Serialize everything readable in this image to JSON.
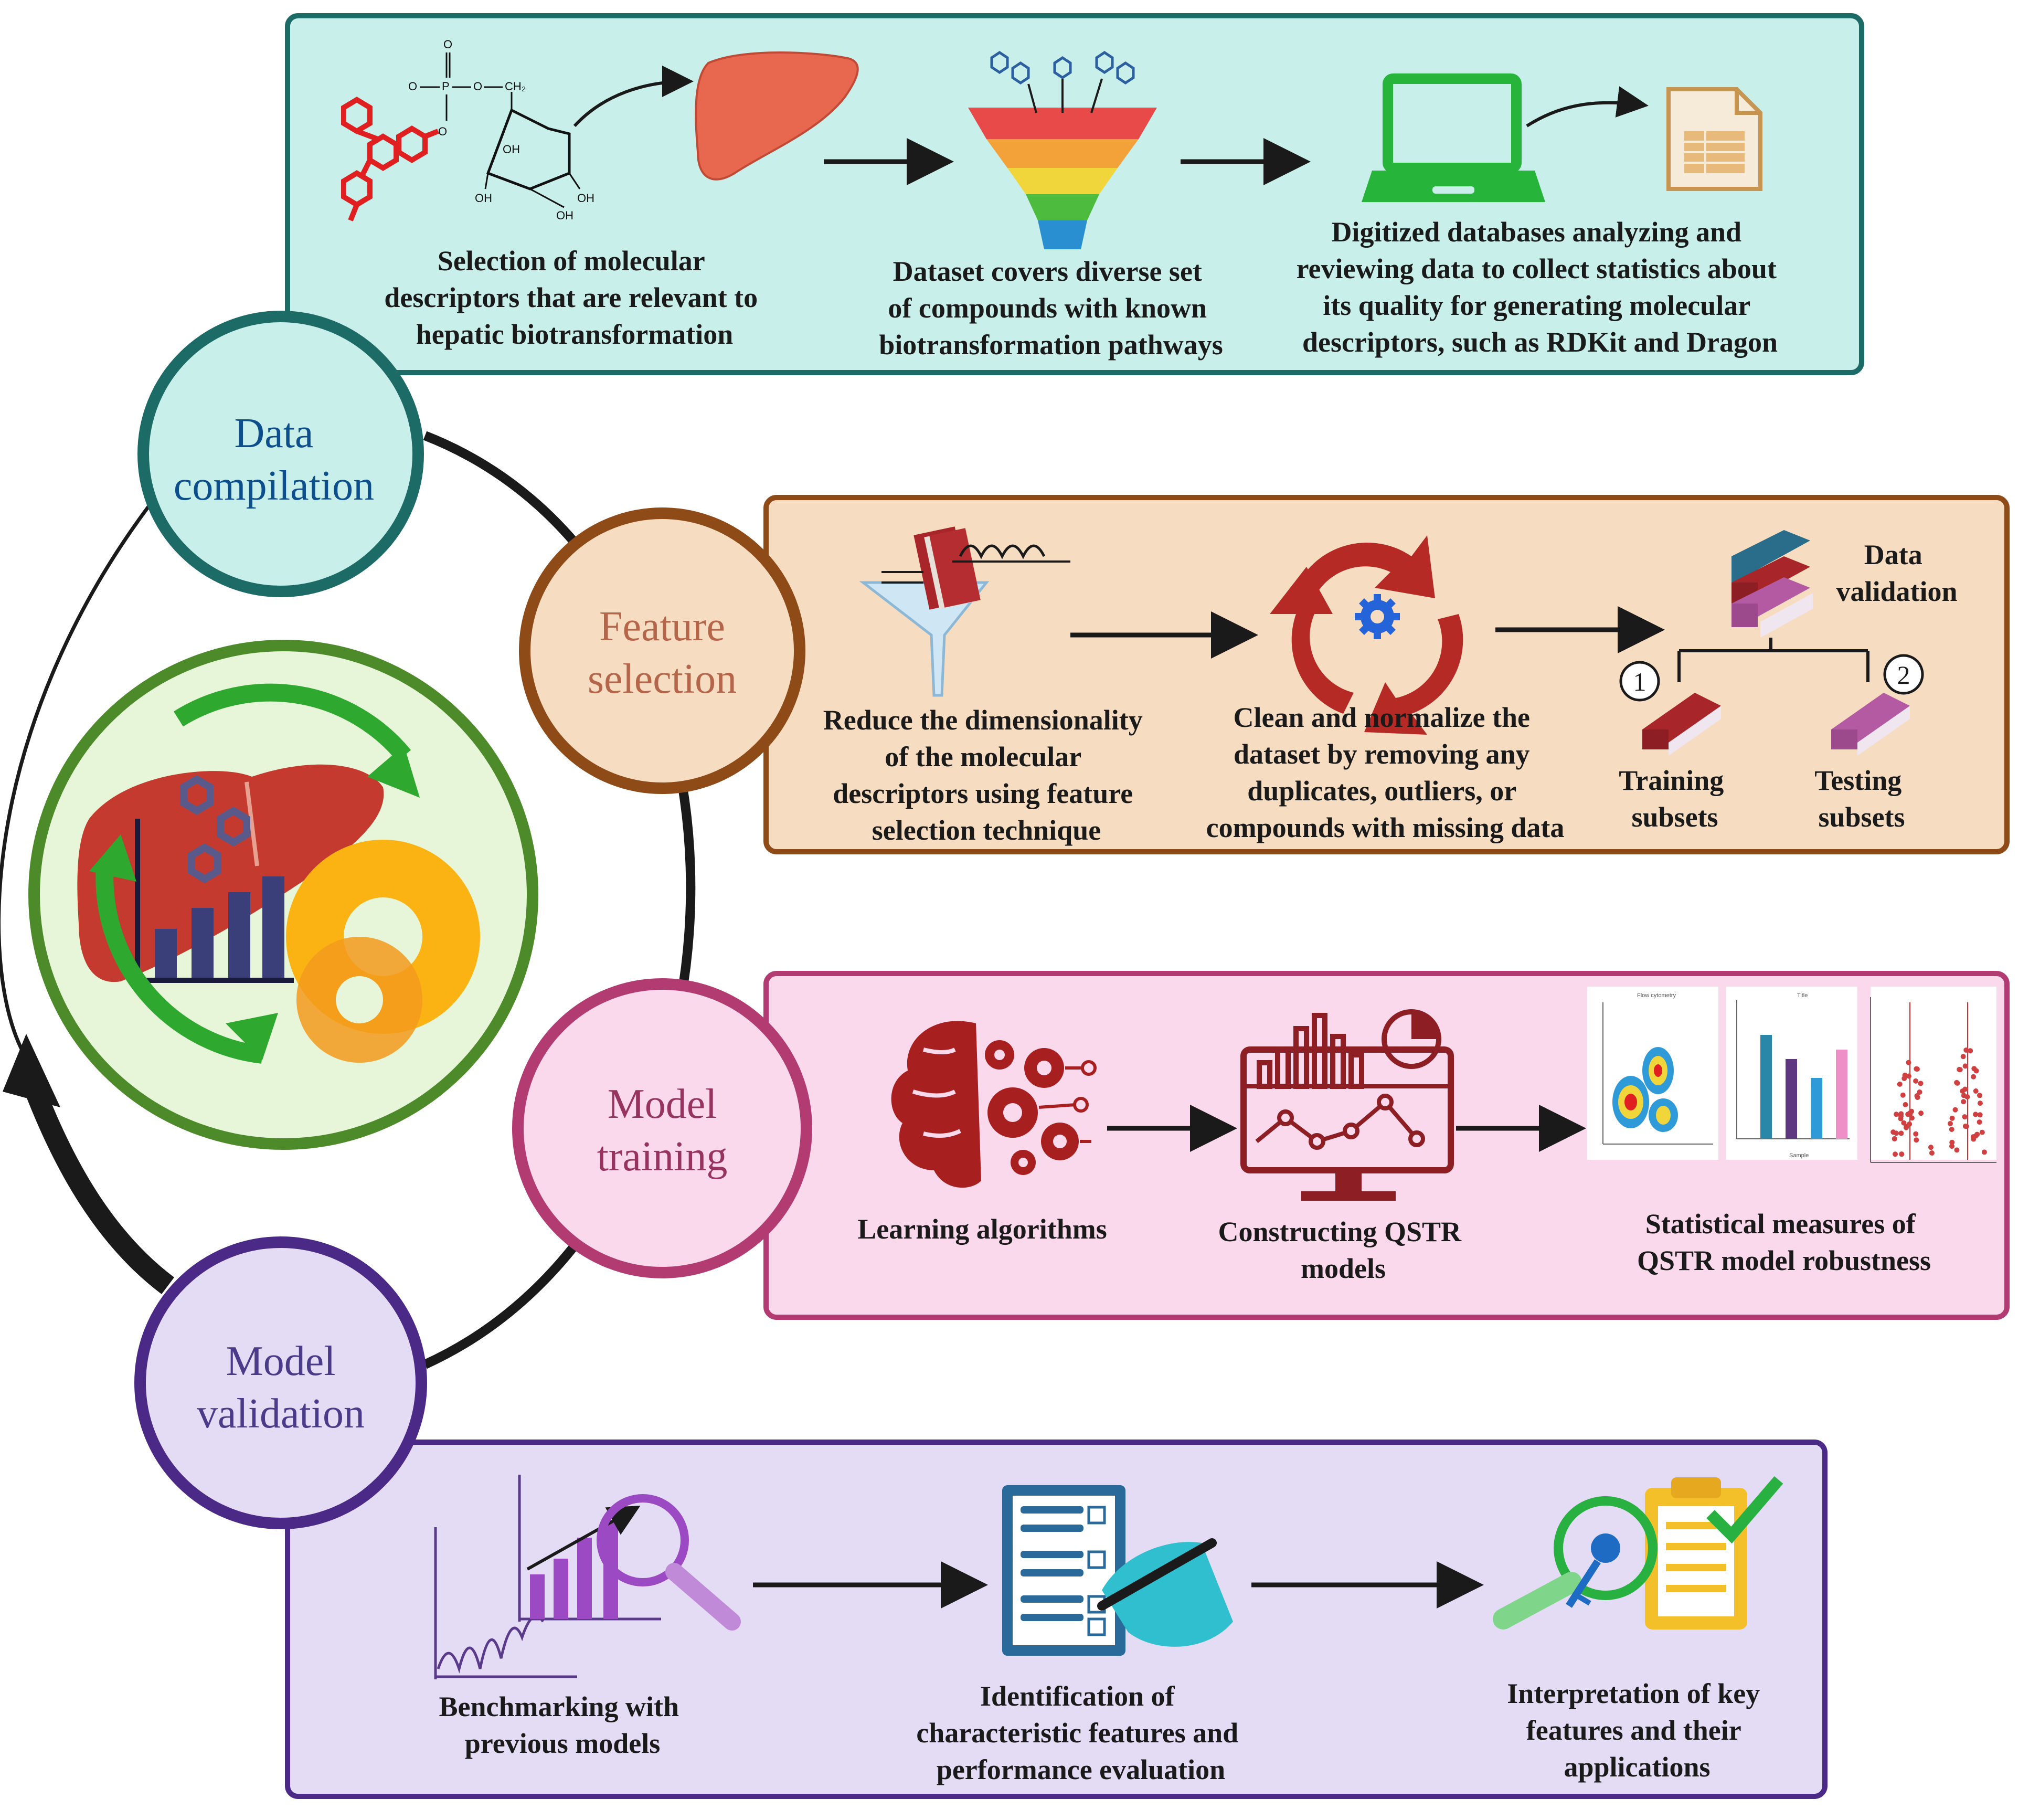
{
  "stages": {
    "data_compilation": {
      "circle_line1": "Data",
      "circle_line2": "compilation",
      "colors": {
        "fill": "#c9efea",
        "stroke": "#1d6b66",
        "text": "#0d4f8c",
        "panel_fill": "#c9efea",
        "panel_stroke": "#1d6b66"
      },
      "steps": [
        {
          "lines": [
            "Selection of molecular",
            "descriptors that are relevant to",
            "hepatic biotransformation"
          ]
        },
        {
          "lines": [
            "Dataset covers diverse set",
            "of compounds with known",
            "biotransformation pathways"
          ]
        },
        {
          "lines": [
            "Digitized databases analyzing and",
            "reviewing data to collect statistics about",
            "its quality for generating molecular",
            "descriptors, such as RDKit and Dragon"
          ]
        }
      ],
      "chem_labels": [
        "O",
        "O",
        "P",
        "O",
        "CH₂",
        "O",
        "OH",
        "OH",
        "OH",
        "OH"
      ]
    },
    "feature_selection": {
      "circle_line1": "Feature",
      "circle_line2": "selection",
      "colors": {
        "fill": "#f6dcc0",
        "stroke": "#8e4b17",
        "text": "#b5654a",
        "panel_fill": "#f6dcc0",
        "panel_stroke": "#8e4b17"
      },
      "steps": [
        {
          "lines": [
            "Reduce the dimensionality",
            "of the molecular",
            "descriptors using feature",
            "selection technique"
          ]
        },
        {
          "lines": [
            "Clean and normalize  the",
            "dataset by removing any",
            "duplicates, outliers, or",
            "compounds with missing data"
          ]
        }
      ],
      "data_validation_line1": "Data",
      "data_validation_line2": "validation",
      "subset_numbers": [
        "1",
        "2"
      ],
      "training_line1": "Training",
      "training_line2": "subsets",
      "testing_line1": "Testing",
      "testing_line2": "subsets"
    },
    "model_training": {
      "circle_line1": "Model",
      "circle_line2": "training",
      "colors": {
        "fill": "#fbd9ec",
        "stroke": "#b23c72",
        "text": "#96345f",
        "panel_fill": "#fbd9ec",
        "panel_stroke": "#b23c72"
      },
      "steps": [
        {
          "lines": [
            "Learning algorithms"
          ]
        },
        {
          "lines": [
            "Constructing QSTR",
            "models"
          ]
        },
        {
          "lines": [
            "Statistical measures of",
            "QSTR model robustness"
          ]
        }
      ],
      "mini_chart_title": "Title",
      "mini_chart_xtitle": "Sample",
      "mini_flow_title": "Flow cytometry"
    },
    "model_validation": {
      "circle_line1": "Model",
      "circle_line2": "validation",
      "colors": {
        "fill": "#e4dcf4",
        "stroke": "#4a2a86",
        "text": "#4a3a8a",
        "panel_fill": "#e4dcf4",
        "panel_stroke": "#4a2a86"
      },
      "steps": [
        {
          "lines": [
            "Benchmarking with",
            "previous models"
          ]
        },
        {
          "lines": [
            "Identification of",
            "characteristic features and",
            "performance evaluation"
          ]
        },
        {
          "lines": [
            "Interpretation of key",
            "features and their",
            "applications"
          ]
        }
      ]
    }
  },
  "center_icon": "liver-gear-cycle-icon",
  "colors": {
    "cycle_arrow": "#1a1a1a",
    "center_fill": "#e7f5d8",
    "center_stroke": "#4c8a2a"
  }
}
